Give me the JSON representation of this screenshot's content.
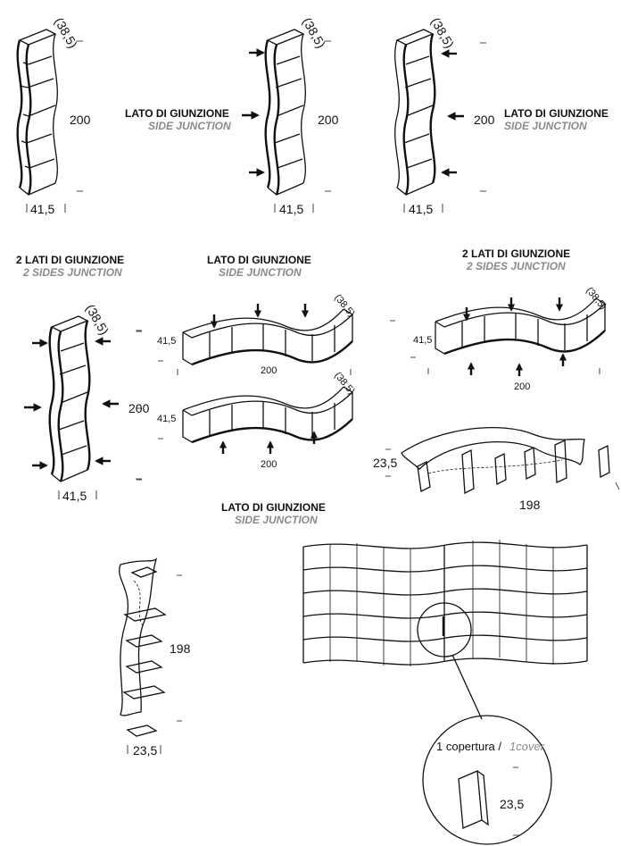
{
  "labels": {
    "side_it": "LATO DI GIUNZIONE",
    "side_en": "SIDE JUNCTION",
    "two_it": "2 LATI DI GIUNZIONE",
    "two_en": "2 SIDES JUNCTION",
    "cover_it": "1 copertura /",
    "cover_en": "1cover"
  },
  "dims": {
    "depth": "(38,5)",
    "height": "200",
    "width": "41,5",
    "height2": "198",
    "small": "23,5"
  }
}
